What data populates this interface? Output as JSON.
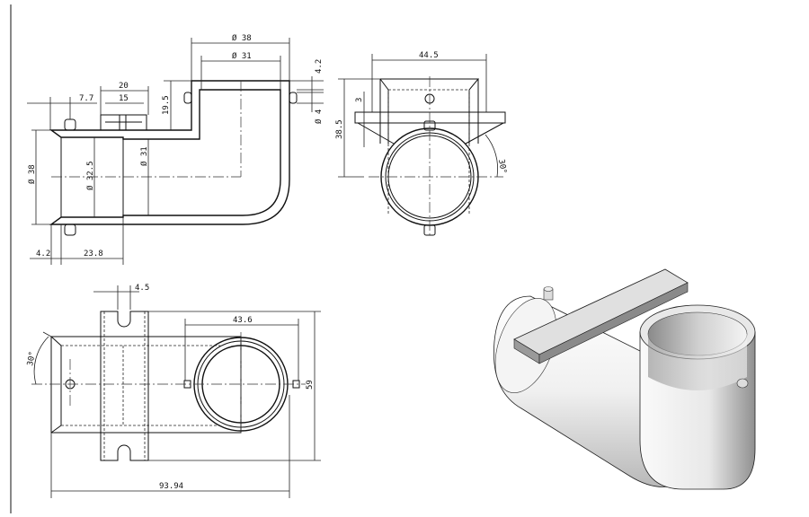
{
  "drawing": {
    "section_view": {
      "dims": {
        "top_outer_dia": "Ø 38",
        "top_inner_dia": "Ø 31",
        "lip_height": "4.2",
        "height_to_top": "19.5",
        "boss_width": "20",
        "boss_inner": "15",
        "flange_offset": "7.7",
        "lug_dia": "Ø 4",
        "bore_dia": "Ø 32.5",
        "inner_dia": "Ø 31",
        "outer_dia": "Ø 38",
        "chamfer": "4.2",
        "bore_depth": "23.8"
      }
    },
    "side_view": {
      "dims": {
        "plate_width": "44.5",
        "plate_thickness": "3",
        "height": "38.5",
        "angle": "30°"
      }
    },
    "top_view": {
      "dims": {
        "slot_width": "4.5",
        "lug_span": "43.6",
        "plate_length": "59",
        "overall_length": "93.94",
        "angle": "30°"
      }
    },
    "iso_view": {
      "shading": "#d8d8d8"
    }
  }
}
